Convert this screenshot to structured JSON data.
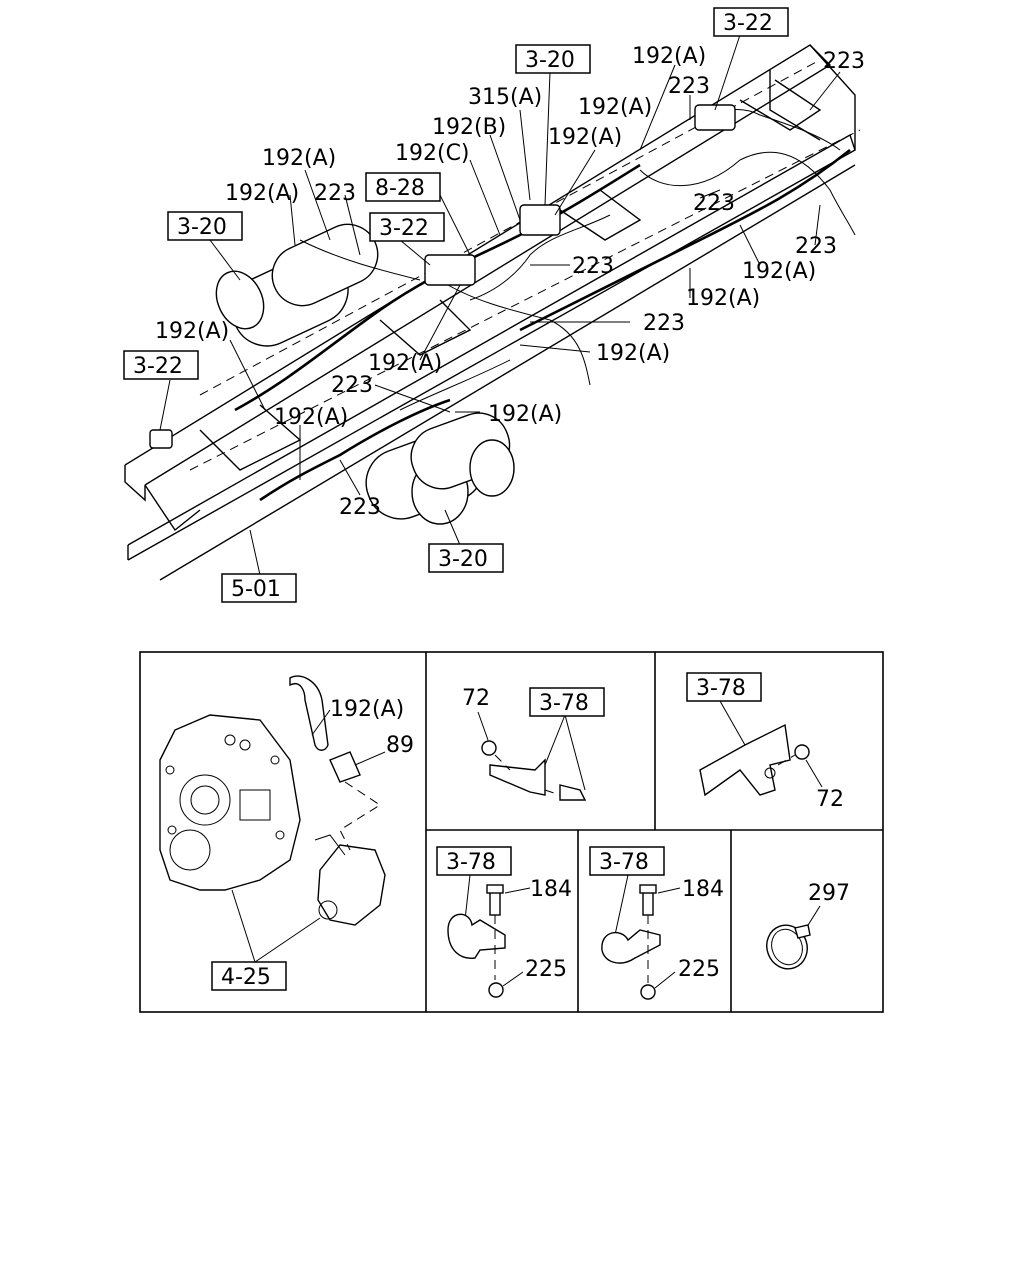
{
  "diagram": {
    "top_labels": {
      "r315a": "315(A)",
      "r192a": "192(A)",
      "r192b": "192(B)",
      "r192c": "192(C)",
      "r223": "223",
      "r3_20": "3-20",
      "r3_22": "3-22",
      "r8_28": "8-28",
      "r5_01": "5-01"
    },
    "panels": {
      "pump": {
        "hose_label": "192(A)",
        "fitting_label": "89",
        "ref": "4-25"
      },
      "bracket_left": {
        "nut_label": "72",
        "ref": "3-78"
      },
      "bracket_right": {
        "nut_label": "72",
        "ref": "3-78"
      },
      "clamp_left": {
        "bolt_label": "184",
        "nut_label": "225",
        "ref": "3-78"
      },
      "clamp_right": {
        "bolt_label": "184",
        "nut_label": "225",
        "ref": "3-78"
      },
      "band": {
        "label": "297"
      }
    }
  }
}
